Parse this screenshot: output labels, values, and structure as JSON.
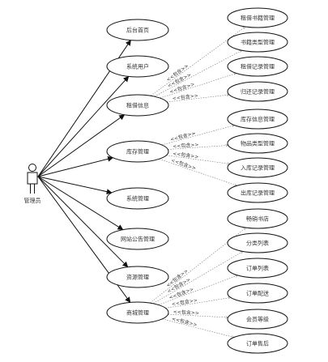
{
  "actor": {
    "label": "管理员",
    "icon": "stick-figure-icon"
  },
  "include_label": "<<包含>>",
  "main_use_cases": [
    {
      "id": "backend-home",
      "label": "后台首页"
    },
    {
      "id": "system-users",
      "label": "系统用户"
    },
    {
      "id": "borrow-info",
      "label": "租借信息"
    },
    {
      "id": "inventory-mgmt",
      "label": "库存管理"
    },
    {
      "id": "system-mgmt",
      "label": "系统管理"
    },
    {
      "id": "site-notice",
      "label": "网站公告管理"
    },
    {
      "id": "resource-mgmt",
      "label": "资源管理"
    },
    {
      "id": "mall-mgmt",
      "label": "商城管理"
    }
  ],
  "sub_use_cases": [
    {
      "id": "book-borrow-mgmt",
      "label": "租借书籍管理",
      "parent": "borrow-info"
    },
    {
      "id": "book-type-mgmt",
      "label": "书籍类型管理",
      "parent": "borrow-info"
    },
    {
      "id": "borrow-record-mgmt",
      "label": "租借记录管理",
      "parent": "borrow-info"
    },
    {
      "id": "return-record-mgmt",
      "label": "归还记录管理",
      "parent": "borrow-info"
    },
    {
      "id": "stock-info-mgmt",
      "label": "库存信息管理",
      "parent": "inventory-mgmt"
    },
    {
      "id": "item-type-mgmt",
      "label": "物品类型管理",
      "parent": "inventory-mgmt"
    },
    {
      "id": "stock-in-record-mgmt",
      "label": "入库记录管理",
      "parent": "inventory-mgmt"
    },
    {
      "id": "stock-out-record-mgmt",
      "label": "出库记录管理",
      "parent": "inventory-mgmt"
    },
    {
      "id": "bestseller",
      "label": "畅销书店",
      "parent": "mall-mgmt"
    },
    {
      "id": "category-list",
      "label": "分类列表",
      "parent": "mall-mgmt"
    },
    {
      "id": "order-list",
      "label": "订单列表",
      "parent": "mall-mgmt"
    },
    {
      "id": "order-delivery",
      "label": "订单配送",
      "parent": "mall-mgmt"
    },
    {
      "id": "member-level",
      "label": "会员等级",
      "parent": "mall-mgmt"
    },
    {
      "id": "order-after-sale",
      "label": "订单售后",
      "parent": "mall-mgmt"
    }
  ]
}
